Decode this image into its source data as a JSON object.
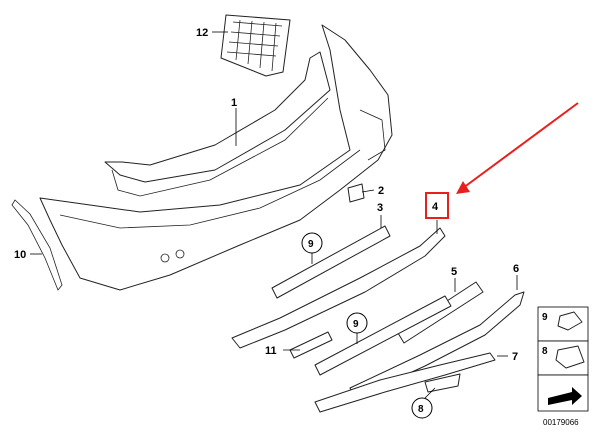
{
  "colors": {
    "highlight": "#e8201c",
    "ink": "#222222",
    "background": "#ffffff"
  },
  "callouts": {
    "grille": "12",
    "bumper_support": "1",
    "bumper_cover": "10",
    "bracket": "2",
    "trim_strip_upper": "3",
    "highlighted_part": "4",
    "trim_strip_center": "5",
    "trim_strip_lower": "6",
    "trim_strip_bottom": "7",
    "small_strip": "11",
    "circle_9_upper": "9",
    "circle_9_lower": "9",
    "circle_8": "8"
  },
  "legend": {
    "item_a": "9",
    "item_b": "8"
  },
  "diagram_number": "00179066",
  "highlight": {
    "target_callout": "4",
    "shape": "rectangle",
    "pointer": "arrow"
  }
}
